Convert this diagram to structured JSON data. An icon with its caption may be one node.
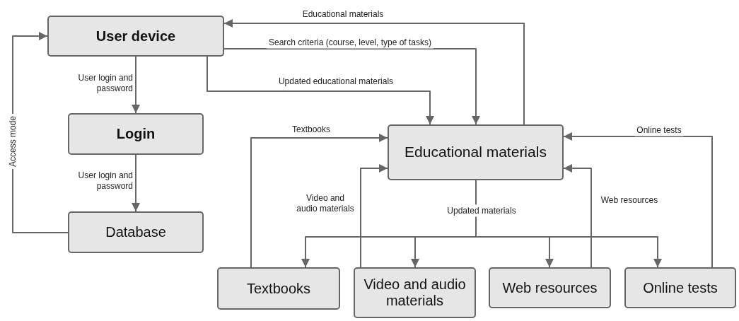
{
  "diagram": {
    "nodes": [
      {
        "text": [
          "User device"
        ]
      },
      {
        "text": [
          "Login"
        ]
      },
      {
        "text": [
          "Database"
        ]
      },
      {
        "text": [
          "Educational materials"
        ]
      },
      {
        "text": [
          "Textbooks"
        ]
      },
      {
        "text": [
          "Video and audio materials"
        ]
      },
      {
        "text": [
          "Web resources"
        ]
      },
      {
        "text": [
          "Online tests"
        ]
      }
    ],
    "edges": [
      {
        "from": 0,
        "to": 1,
        "arrow": "to",
        "label": "User login and password"
      },
      {
        "from": 1,
        "to": 2,
        "arrow": "to",
        "label": "User login and password"
      },
      {
        "from": 2,
        "to": 0,
        "arrow": "to",
        "label": "Access mode"
      },
      {
        "from": 3,
        "to": 0,
        "arrow": "to",
        "label": "Educational materials"
      },
      {
        "from": 0,
        "to": 3,
        "arrow": "to",
        "label": "Search criteria (course, level, type of tasks)"
      },
      {
        "from": 0,
        "to": 3,
        "arrow": "to",
        "label": "Updated educational materials"
      },
      {
        "from": 4,
        "to": 3,
        "arrow": "to",
        "label": "Textbooks"
      },
      {
        "from": 5,
        "to": 3,
        "arrow": "to",
        "label": "Video and audio materials"
      },
      {
        "from": 6,
        "to": 3,
        "arrow": "to",
        "label": "Web resources"
      },
      {
        "from": 7,
        "to": 3,
        "arrow": "to",
        "label": "Online tests"
      },
      {
        "from": 3,
        "to": 4,
        "arrow": "to",
        "label": "Updated materials"
      },
      {
        "from": 3,
        "to": 5,
        "arrow": "to"
      },
      {
        "from": 3,
        "to": 6,
        "arrow": "to"
      },
      {
        "from": 3,
        "to": 7,
        "arrow": "to"
      }
    ]
  }
}
